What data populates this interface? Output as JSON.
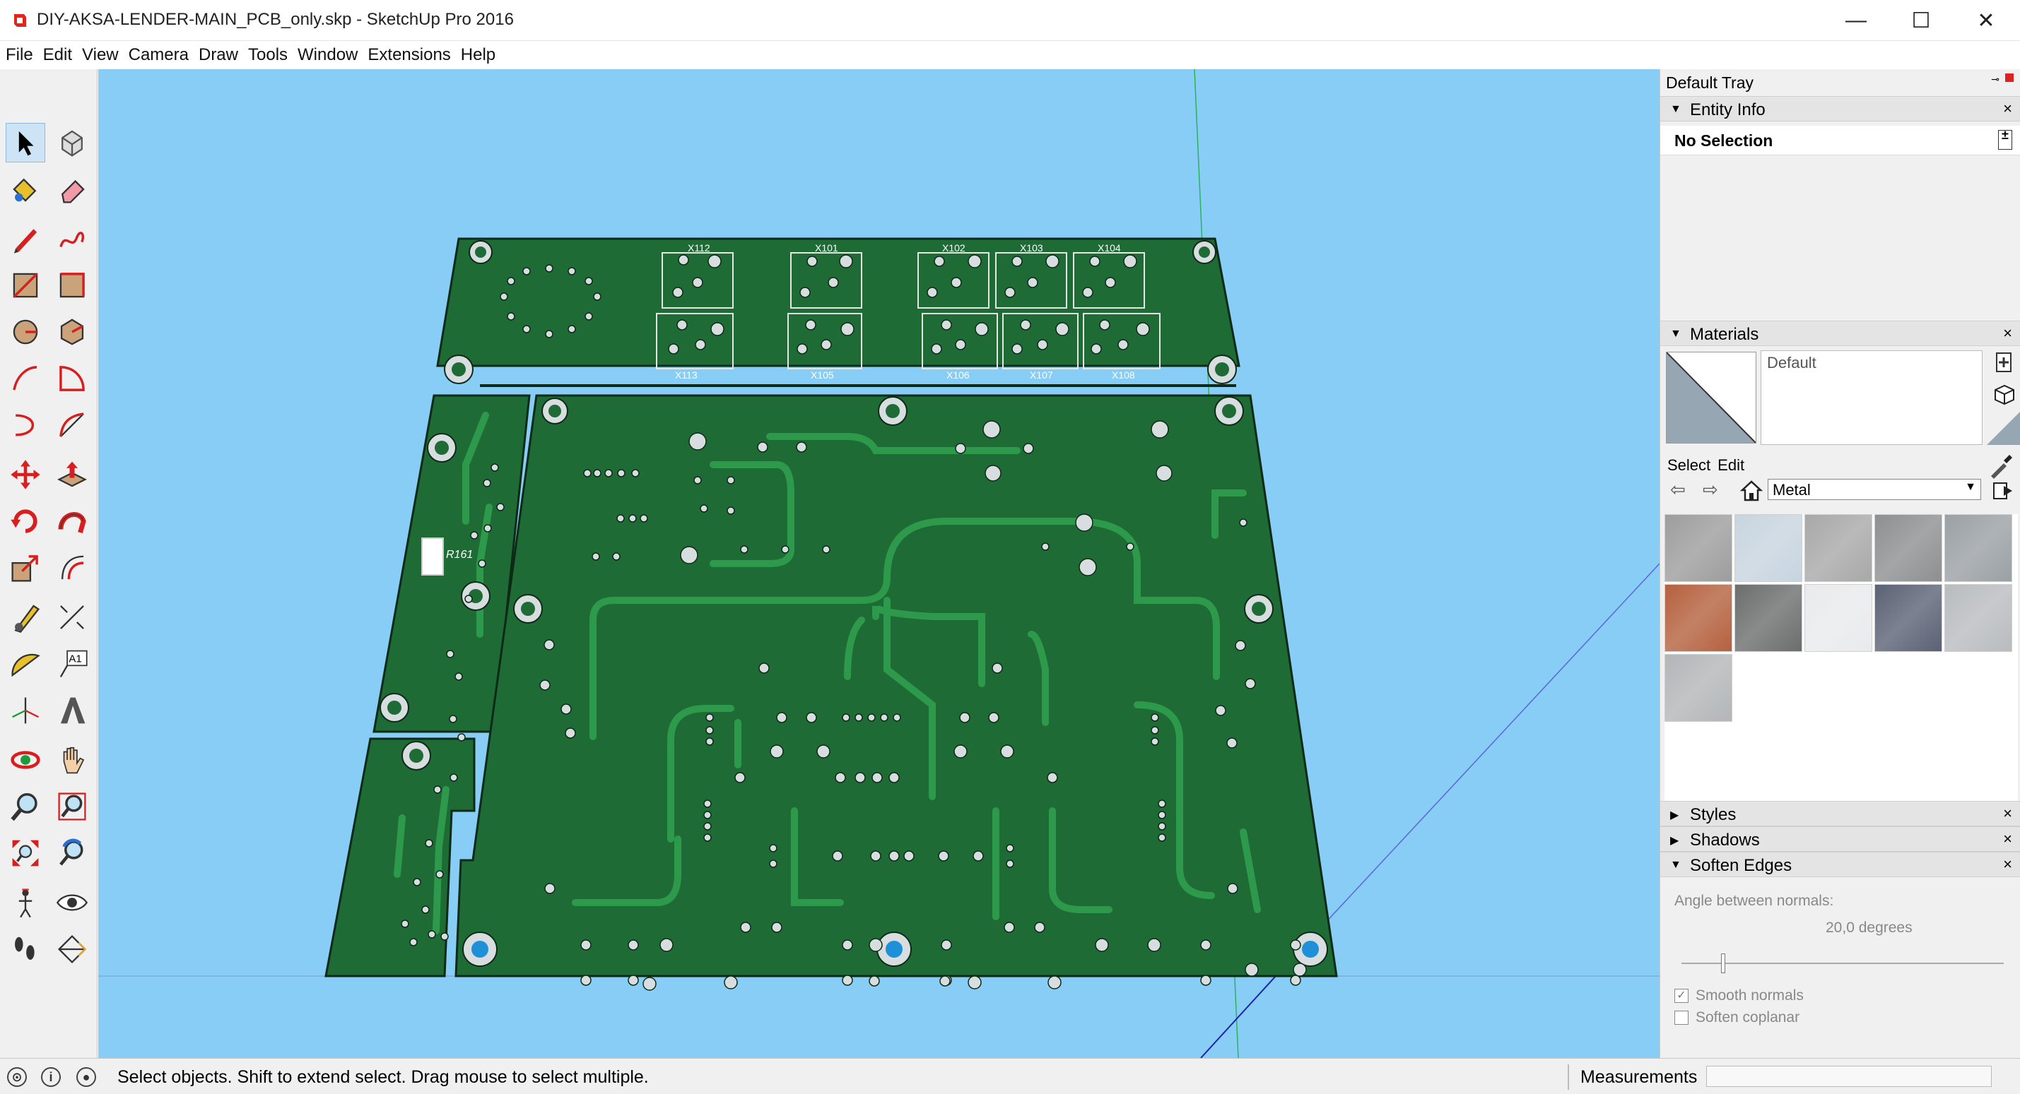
{
  "window": {
    "title": "DIY-AKSA-LENDER-MAIN_PCB_only.skp - SketchUp Pro 2016",
    "minimize": "—",
    "maximize": "☐",
    "close": "✕"
  },
  "menu": [
    "File",
    "Edit",
    "View",
    "Camera",
    "Draw",
    "Tools",
    "Window",
    "Extensions",
    "Help"
  ],
  "toolbar": {
    "tools": [
      "select",
      "make-component",
      "paint-bucket",
      "eraser",
      "line",
      "freehand",
      "rectangle",
      "rotated-rectangle",
      "circle",
      "polygon",
      "arc",
      "pie",
      "three-point-arc",
      "two-point-arc",
      "move",
      "push-pull",
      "rotate",
      "follow-me",
      "scale",
      "offset",
      "tape-measure",
      "dimension",
      "protractor",
      "text",
      "axes",
      "3d-text",
      "orbit",
      "pan",
      "zoom",
      "zoom-window",
      "zoom-extents",
      "previous-view",
      "position-camera",
      "look-around",
      "walk",
      "section-plane"
    ],
    "text_tool_label": "A1"
  },
  "pcb": {
    "labels": {
      "x112": "X112",
      "x101": "X101",
      "x102": "X102",
      "x103": "X103",
      "x104": "X104",
      "x113": "X113",
      "x105": "X105",
      "x106": "X106",
      "x107": "X107",
      "x108": "X108",
      "r161": "R161"
    },
    "colors": {
      "board": "#1f6b35",
      "trace": "#2d9a4b",
      "pad": "#d8dde0",
      "sky": "#88cdf6"
    }
  },
  "tray": {
    "title": "Default Tray",
    "entity_info": {
      "title": "Entity Info",
      "selection": "No Selection"
    },
    "materials": {
      "title": "Materials",
      "current_name": "Default",
      "tabs": [
        "Select",
        "Edit"
      ],
      "library": "Metal",
      "swatch_colors": [
        "#9d9d9d",
        "#c7d4df",
        "#a8a8a8",
        "#8d8f90",
        "#9aa0a4",
        "#b5613e",
        "#6c6e6e",
        "#e9eaec",
        "#5b6275",
        "#b9bcbf",
        "#b3b6b8"
      ]
    },
    "styles": {
      "title": "Styles"
    },
    "shadows": {
      "title": "Shadows"
    },
    "soften_edges": {
      "title": "Soften Edges",
      "angle_label": "Angle between normals:",
      "angle_value": "20,0  degrees",
      "smooth_normals": "Smooth normals",
      "smooth_checked": true,
      "soften_coplanar": "Soften coplanar",
      "coplanar_checked": false
    }
  },
  "status": {
    "message": "Select objects. Shift to extend select. Drag mouse to select multiple.",
    "measurements_label": "Measurements",
    "measurements_value": ""
  }
}
